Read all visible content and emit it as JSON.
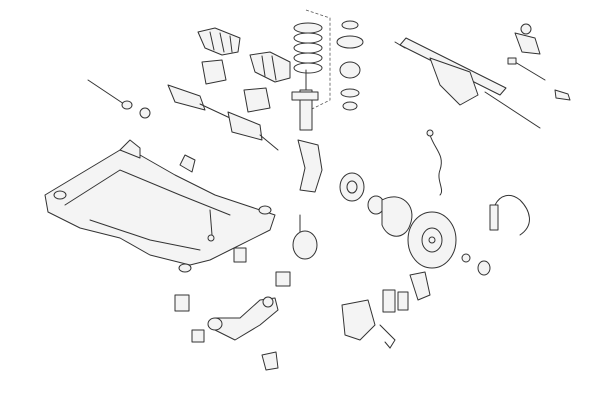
{
  "diagram": {
    "type": "exploded-parts-diagram",
    "colors": {
      "background": "#ffffff",
      "line": "#333333",
      "fill": "#f4f4f4"
    },
    "parts": [
      "drive-shaft-boot-kit",
      "coil-spring",
      "shock-absorber",
      "strut-mount",
      "steering-rack",
      "tie-rod-end",
      "tie-rod",
      "front-subframe",
      "drive-shaft",
      "steering-knuckle",
      "wheel-hub",
      "abs-sensor",
      "brake-hose",
      "brake-disc",
      "dust-shield",
      "brake-caliper",
      "brake-pads",
      "control-arm",
      "bushing",
      "stabilizer-link",
      "nut"
    ]
  }
}
